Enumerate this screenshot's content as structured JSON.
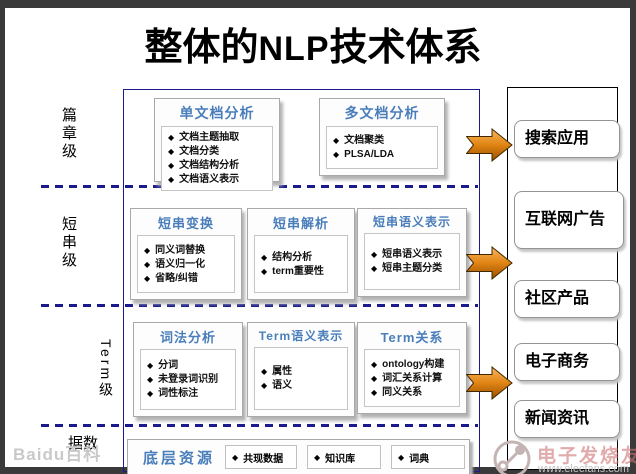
{
  "title": {
    "prefix": "整体的",
    "acronym": "NLP",
    "suffix": "技术体系"
  },
  "glyphs": {
    "bullet": "◆"
  },
  "levels": [
    {
      "label": "篇章级"
    },
    {
      "label": "短串级"
    },
    {
      "label": "Term级"
    },
    {
      "label": "数据"
    }
  ],
  "rows": [
    {
      "boxes": [
        {
          "header": "单文档分析",
          "items": [
            "文档主题抽取",
            "文档分类",
            "文档结构分析",
            "文档语义表示"
          ]
        },
        {
          "header": "多文档分析",
          "items": [
            "文档聚类",
            "PLSA/LDA"
          ]
        }
      ]
    },
    {
      "boxes": [
        {
          "header": "短串变换",
          "items": [
            "同义词替换",
            "语义归一化",
            "省略/纠错"
          ]
        },
        {
          "header": "短串解析",
          "items": [
            "结构分析",
            "term重要性"
          ]
        },
        {
          "header": "短串语义表示",
          "items": [
            "短串语义表示",
            "短串主题分类"
          ]
        }
      ]
    },
    {
      "boxes": [
        {
          "header": "词法分析",
          "items": [
            "分词",
            "未登录词识别",
            "词性标注"
          ]
        },
        {
          "header": "Term语义表示",
          "items": [
            "属性",
            "语义"
          ]
        },
        {
          "header": "Term关系",
          "items": [
            "ontology构建",
            "词汇关系计算",
            "同义关系"
          ]
        }
      ]
    }
  ],
  "resources": {
    "header": "底层资源",
    "items": [
      "共现数据",
      "知识库",
      "词典"
    ]
  },
  "applications": [
    "搜索应用",
    "互联网广告",
    "社区产品",
    "电子商务",
    "新闻资讯"
  ],
  "watermarks": {
    "baidu": "Baidu百科",
    "brand": "电子发烧友",
    "brand_url": "www.elecfans.com"
  },
  "colors": {
    "accent_blue": "#4a7ebb",
    "navy": "#1b1b8a",
    "arrow_orange": "#d97d0e"
  }
}
